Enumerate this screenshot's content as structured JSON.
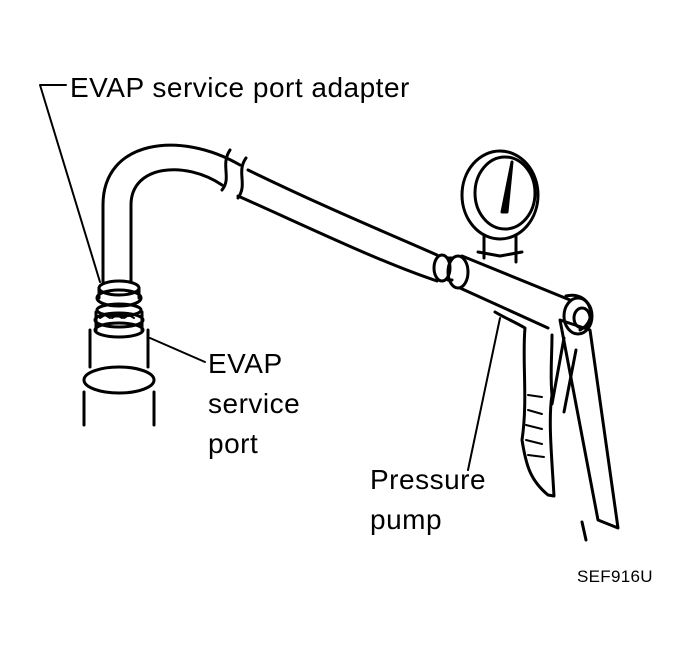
{
  "labels": {
    "adapter": "EVAP service port adapter",
    "port_lines": [
      "EVAP",
      "service",
      "port"
    ],
    "pump_lines": [
      "Pressure",
      "pump"
    ],
    "figure_code": "SEF916U"
  },
  "colors": {
    "ink": "#000000",
    "paper": "#ffffff"
  },
  "icons": [
    "pressure-gauge-icon"
  ]
}
